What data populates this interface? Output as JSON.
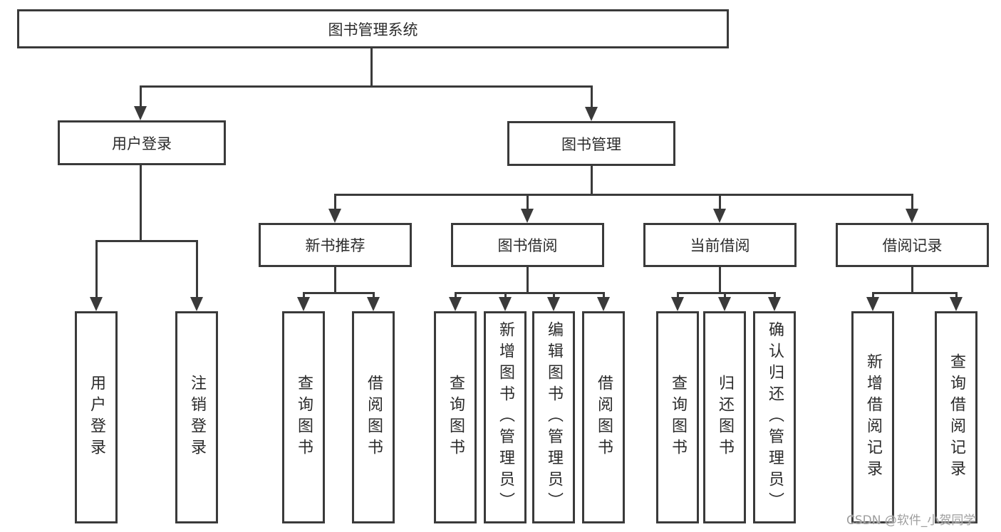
{
  "nodes": {
    "root": {
      "label": "图书管理系统"
    },
    "user_login": {
      "label": "用户登录"
    },
    "book_mgmt": {
      "label": "图书管理"
    },
    "new_books": {
      "label": "新书推荐"
    },
    "book_borrow": {
      "label": "图书借阅"
    },
    "current_borrow": {
      "label": "当前借阅"
    },
    "borrow_records": {
      "label": "借阅记录"
    },
    "leaf_user_login": {
      "label": "用户登录"
    },
    "leaf_logout": {
      "label": "注销登录"
    },
    "leaf_nb_query": {
      "label": "查询图书"
    },
    "leaf_nb_borrow": {
      "label": "借阅图书"
    },
    "leaf_bb_query": {
      "label": "查询图书"
    },
    "leaf_bb_add": {
      "label": "新增图书（管理员）"
    },
    "leaf_bb_edit": {
      "label": "编辑图书（管理员）"
    },
    "leaf_bb_borrow": {
      "label": "借阅图书"
    },
    "leaf_cb_query": {
      "label": "查询图书"
    },
    "leaf_cb_return": {
      "label": "归还图书"
    },
    "leaf_cb_confirm": {
      "label": "确认归还（管理员）"
    },
    "leaf_br_add": {
      "label": "新增借阅记录"
    },
    "leaf_br_query": {
      "label": "查询借阅记录"
    }
  },
  "watermark": {
    "text": "CSDN @软件_小贺同学"
  },
  "colors": {
    "line": "#3a3a3a",
    "text": "#2b2b2b",
    "watermark": "#9e9e9e"
  }
}
